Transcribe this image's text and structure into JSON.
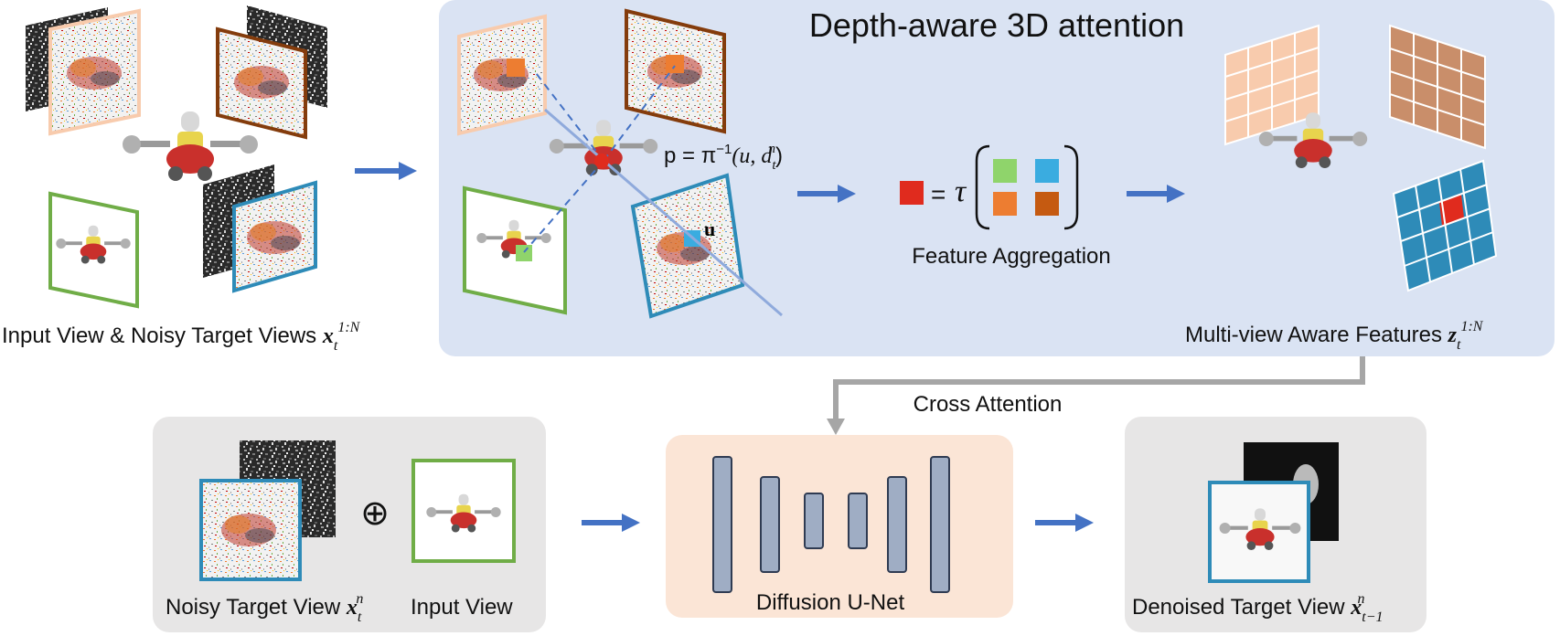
{
  "diagram": {
    "title": "Depth-aware 3D attention",
    "labels": {
      "input_views": "Input View & Noisy Target Views ",
      "input_views_math": "x",
      "input_views_sub": "t",
      "input_views_sup": "1:N",
      "projection_eq": "p = π",
      "projection_eq_sup": "−1",
      "projection_eq_args": "(u, d",
      "projection_eq_args_sub": "t",
      "projection_eq_args_sup": "n",
      "projection_eq_close": ")",
      "pixel_u": "u",
      "feature_aggregation": "Feature Aggregation",
      "tau": "τ",
      "equals": "=",
      "multiview_features": "Multi-view Aware Features ",
      "multiview_features_math": "z",
      "multiview_features_sub": "t",
      "multiview_features_sup": "1:N",
      "cross_attention": "Cross Attention",
      "noisy_target_view": "Noisy Target View ",
      "noisy_target_math": "x",
      "noisy_target_sub": "t",
      "noisy_target_sup": "n",
      "concat_symbol": "⊕",
      "input_view": "Input View",
      "diffusion_unet": "Diffusion U-Net",
      "denoised_target_view": "Denoised Target View ",
      "denoised_math": "x",
      "denoised_sub": "t−1",
      "denoised_sup": "n"
    },
    "colors": {
      "attention_panel": "#dae3f3",
      "gray_panel": "#e7e6e6",
      "unet_panel": "#fbe5d6",
      "arrow_blue": "#4472c4",
      "arrow_gray": "#a6a6a6",
      "view_peach": "#f8cbad",
      "view_brown": "#843c0c",
      "view_green": "#70ad47",
      "view_blue": "#2e8bb8",
      "feat_red": "#e02b1e",
      "feat_green": "#8fd46b",
      "feat_cyan": "#3aace0",
      "feat_orange": "#ed7d31",
      "feat_brown": "#c55a11",
      "unet_block": "#9fadc4"
    },
    "icons": [
      "right-arrow-icon",
      "down-arrow-icon",
      "toy-airplane-icon",
      "noise-texture-icon"
    ]
  }
}
